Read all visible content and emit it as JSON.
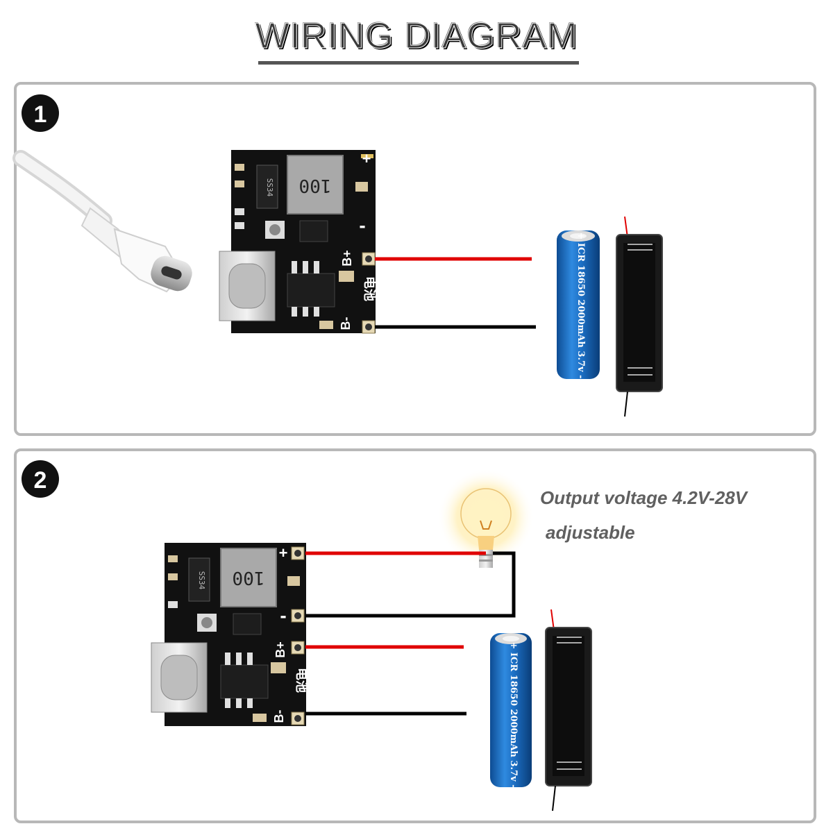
{
  "title": "WIRING DIAGRAM",
  "panels": [
    {
      "badge": "1"
    },
    {
      "badge": "2",
      "output_line1": "Output voltage 4.2V-28V",
      "output_line2": "adjustable"
    }
  ],
  "board": {
    "inductor_label": "100",
    "diode_label": "SS34",
    "pad_plus": "+",
    "pad_minus": "-",
    "pad_bplus": "B+",
    "pad_bminus": "B-",
    "battery_cn_label": "电池"
  },
  "battery": {
    "label": "+ ICR 18650 2000mAh 3.7v -"
  },
  "colors": {
    "positive_wire": "#e00000",
    "negative_wire": "#000000",
    "battery_blue": "#1f6fc4",
    "pcb": "#101010"
  }
}
